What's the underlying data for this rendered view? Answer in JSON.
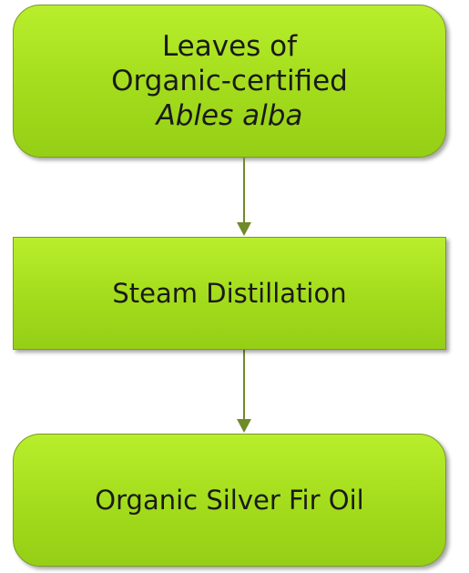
{
  "steps": [
    {
      "line1": "Leaves of",
      "line2": "Organic-certified",
      "line3": "Ables alba"
    },
    {
      "label": "Steam Distillation"
    },
    {
      "label": "Organic Silver Fir Oil"
    }
  ],
  "colors": {
    "box_fill": "#a3dc1c",
    "box_border": "#7a9a2a",
    "arrow": "#6f8a2a"
  }
}
